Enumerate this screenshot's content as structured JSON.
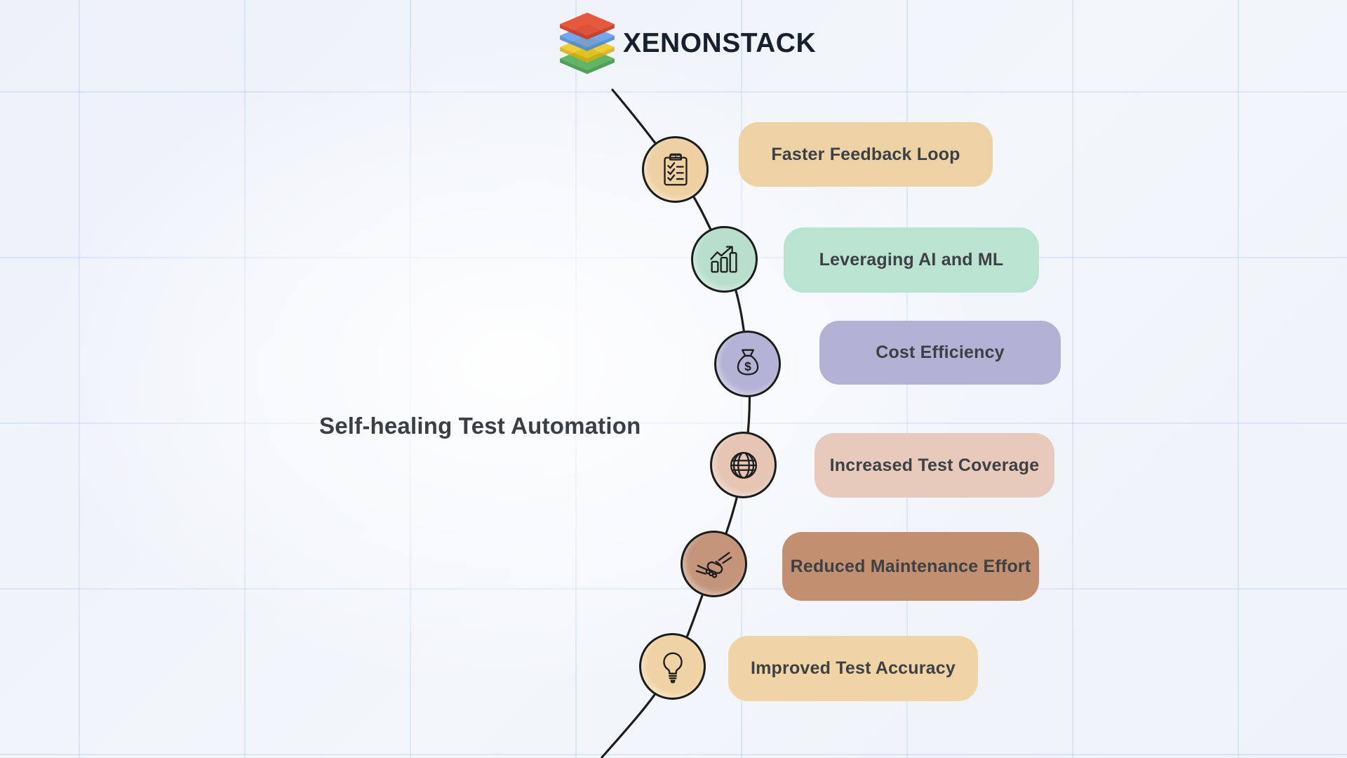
{
  "brand": {
    "name": "XENONSTACK",
    "logo_icon": "layer-stack-icon",
    "logo_layer_colors": [
      "#e84b2c",
      "#5b9bee",
      "#f4c515",
      "#4cae52"
    ],
    "text_color": "#17202f"
  },
  "title": "Self-healing Test Automation",
  "steps": [
    {
      "label": "Faster Feedback Loop",
      "icon": "clipboard-checklist-icon",
      "circle_color": "#eed0a2",
      "pill_color": "#edd2a6"
    },
    {
      "label": "Leveraging AI and ML",
      "icon": "growth-chart-icon",
      "circle_color": "#b7dfcc",
      "pill_color": "#bae3d2"
    },
    {
      "label": "Cost Efficiency",
      "icon": "money-bag-icon",
      "circle_color": "#b4b3d6",
      "pill_color": "#b3b2d4"
    },
    {
      "label": "Increased Test Coverage",
      "icon": "globe-icon",
      "circle_color": "#e6c5b5",
      "pill_color": "#e8cabc"
    },
    {
      "label": "Reduced Maintenance Effort",
      "icon": "handshake-icon",
      "circle_color": "#c4957a",
      "pill_color": "#c29070"
    },
    {
      "label": "Improved Test Accuracy",
      "icon": "lightbulb-icon",
      "circle_color": "#f0d3a4",
      "pill_color": "#f0d4a6"
    }
  ],
  "colors": {
    "background": "#f0f4fa",
    "grid_line": "#a8c4ee",
    "flow_line": "#1c1c1c",
    "label_text": "#3d4045",
    "title_text": "#3a3e45",
    "circle_outline": "#1c1c1c"
  }
}
